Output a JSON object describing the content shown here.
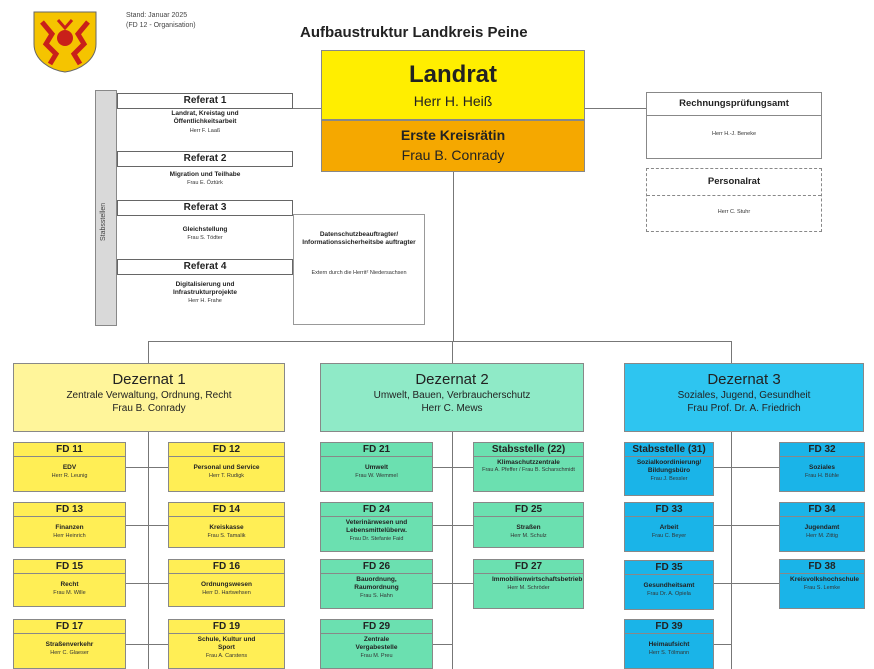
{
  "header": {
    "stand": "Stand: Januar 2025",
    "fd": "(FD 12 - Organisation)",
    "title": "Aufbaustruktur Landkreis Peine"
  },
  "colors": {
    "landrat": "#ffee00",
    "kreisraetin": "#f5a800",
    "dez1": "#fff59a",
    "dez1_fd": "#ffee55",
    "dez2": "#8feac7",
    "dez2_fd": "#6be0b0",
    "dez3": "#2ec5f0",
    "dez3_fd": "#1ab4e8"
  },
  "landrat": {
    "title": "Landrat",
    "person": "Herr H. Heiß"
  },
  "kreisraetin": {
    "title": "Erste Kreisrätin",
    "person": "Frau B. Conrady"
  },
  "stabsstellen_label": "Stabsstellen",
  "referate": [
    {
      "head": "Referat 1",
      "title": "Landrat, Kreistag und Öffentlichkeitsarbeit",
      "person": "Herr F. Laaß"
    },
    {
      "head": "Referat 2",
      "title": "Migration und Teilhabe",
      "person": "Frau E. Öztürk"
    },
    {
      "head": "Referat 3",
      "title": "Gleichstellung",
      "person": "Frau S. Tödter"
    },
    {
      "head": "Referat 4",
      "title": "Digitalisierung und Infrastrukturprojekte",
      "person": "Herr H. Frahe"
    }
  ],
  "datenschutz": {
    "title": "Datenschutzbeauftragter/ Informationssicherheitsbe auftragter",
    "note": "Extern durch die Herrit² Niedersachsen"
  },
  "rechnungspruefung": {
    "title": "Rechnungsprüfungsamt",
    "person": "Herr H.-J. Beneke"
  },
  "personalrat": {
    "title": "Personalrat",
    "person": "Herr C. Stuhr"
  },
  "dezernate": [
    {
      "title": "Dezernat 1",
      "subtitle": "Zentrale Verwaltung, Ordnung, Recht",
      "person": "Frau B. Conrady"
    },
    {
      "title": "Dezernat 2",
      "subtitle": "Umwelt, Bauen, Verbraucherschutz",
      "person": "Herr C. Mews"
    },
    {
      "title": "Dezernat 3",
      "subtitle": "Soziales, Jugend, Gesundheit",
      "person": "Frau Prof. Dr. A. Friedrich"
    }
  ],
  "fd1_left": [
    {
      "head": "FD 11",
      "title": "EDV",
      "person": "Herr R. Leunig"
    },
    {
      "head": "FD 13",
      "title": "Finanzen",
      "person": "Herr Heinrich"
    },
    {
      "head": "FD 15",
      "title": "Recht",
      "person": "Frau M. Wille"
    },
    {
      "head": "FD 17",
      "title": "Straßenverkehr",
      "person": "Herr C. Glaeser"
    }
  ],
  "fd1_right": [
    {
      "head": "FD 12",
      "title": "Personal und Service",
      "person": "Herr T. Rudigk"
    },
    {
      "head": "FD 14",
      "title": "Kreiskasse",
      "person": "Frau S. Tamalik"
    },
    {
      "head": "FD 16",
      "title": "Ordnungswesen",
      "person": "Herr D. Hartwehsen"
    },
    {
      "head": "FD 19",
      "title": "Schule, Kultur und Sport",
      "person": "Frau A. Carstens"
    }
  ],
  "fd2_left": [
    {
      "head": "FD 21",
      "title": "Umwelt",
      "person": "Frau W. Wemmel"
    },
    {
      "head": "FD 24",
      "title": "Veterinärwesen und Lebensmittelüberw.",
      "person": "Frau Dr. Stefanie Faid"
    },
    {
      "head": "FD 26",
      "title": "Bauordnung, Raumordnung",
      "person": "Frau S. Hahn"
    },
    {
      "head": "FD 29",
      "title": "Zentrale Vergabestelle",
      "person": "Frau M. Preu"
    }
  ],
  "fd2_right": [
    {
      "head": "Stabsstelle (22)",
      "title": "Klimaschutzzentrale",
      "person": "Frau A. Pfeffer / Frau B. Scharschmidt"
    },
    {
      "head": "FD 25",
      "title": "Straßen",
      "person": "Herr M. Schulz"
    },
    {
      "head": "FD 27",
      "title": "Immobilienwirtschaftsbetrieb",
      "person": "Herr M. Schröder"
    }
  ],
  "fd3_left": [
    {
      "head": "Stabsstelle (31)",
      "title": "Sozialkoordinierung/ Bildungsbüro",
      "person": "Frau J. Bessler"
    },
    {
      "head": "FD 33",
      "title": "Arbeit",
      "person": "Frau C. Beyer"
    },
    {
      "head": "FD 35",
      "title": "Gesundheitsamt",
      "person": "Frau Dr. A. Opiela"
    },
    {
      "head": "FD 39",
      "title": "Heimaufsicht",
      "person": "Herr S. Tölmann"
    }
  ],
  "fd3_right": [
    {
      "head": "FD 32",
      "title": "Soziales",
      "person": "Frau H. Bühle"
    },
    {
      "head": "FD 34",
      "title": "Jugendamt",
      "person": "Herr M. Zittig"
    },
    {
      "head": "FD 38",
      "title": "Kreisvolkshochschule",
      "person": "Frau S. Lemke"
    }
  ]
}
